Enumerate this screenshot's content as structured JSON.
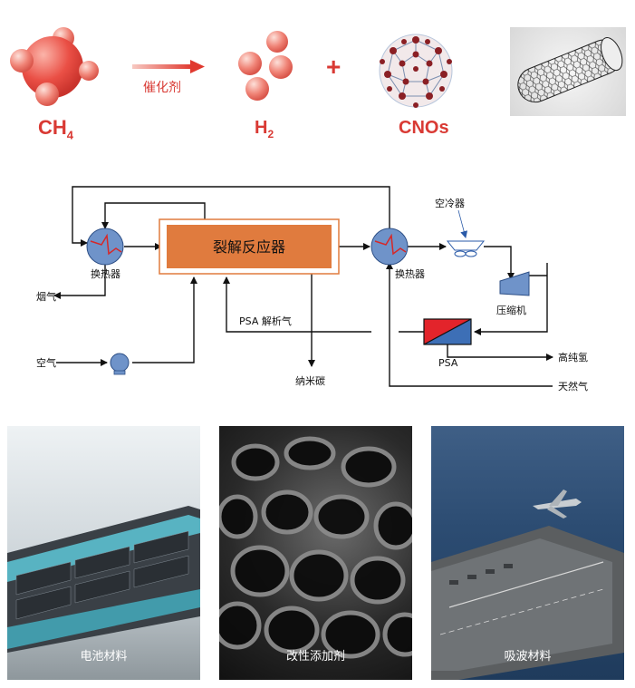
{
  "reaction": {
    "reactant_label": "CH",
    "reactant_sub": "4",
    "catalyst_label": "催化剂",
    "product1_label": "H",
    "product1_sub": "2",
    "plus": "+",
    "product2_label": "CNOs"
  },
  "process": {
    "reactor": "裂解反应器",
    "hx_left": "换热器",
    "hx_right": "换热器",
    "air_cooler": "空冷器",
    "compressor": "压缩机",
    "psa": "PSA",
    "psa_desorb": "PSA 解析气",
    "flue_gas": "烟气",
    "air": "空气",
    "nano_carbon": "纳米碳",
    "high_purity_h2": "高纯氢",
    "natural_gas": "天然气"
  },
  "applications": [
    {
      "label": "电池材料"
    },
    {
      "label": "改性添加剂"
    },
    {
      "label": "吸波材料"
    }
  ],
  "colors": {
    "accent_red": "#d93a34",
    "reactor_orange": "#e07b3e",
    "hx_blue": "#6f93c9",
    "psa_red": "#e3242b",
    "psa_blue": "#3d6fb6"
  }
}
